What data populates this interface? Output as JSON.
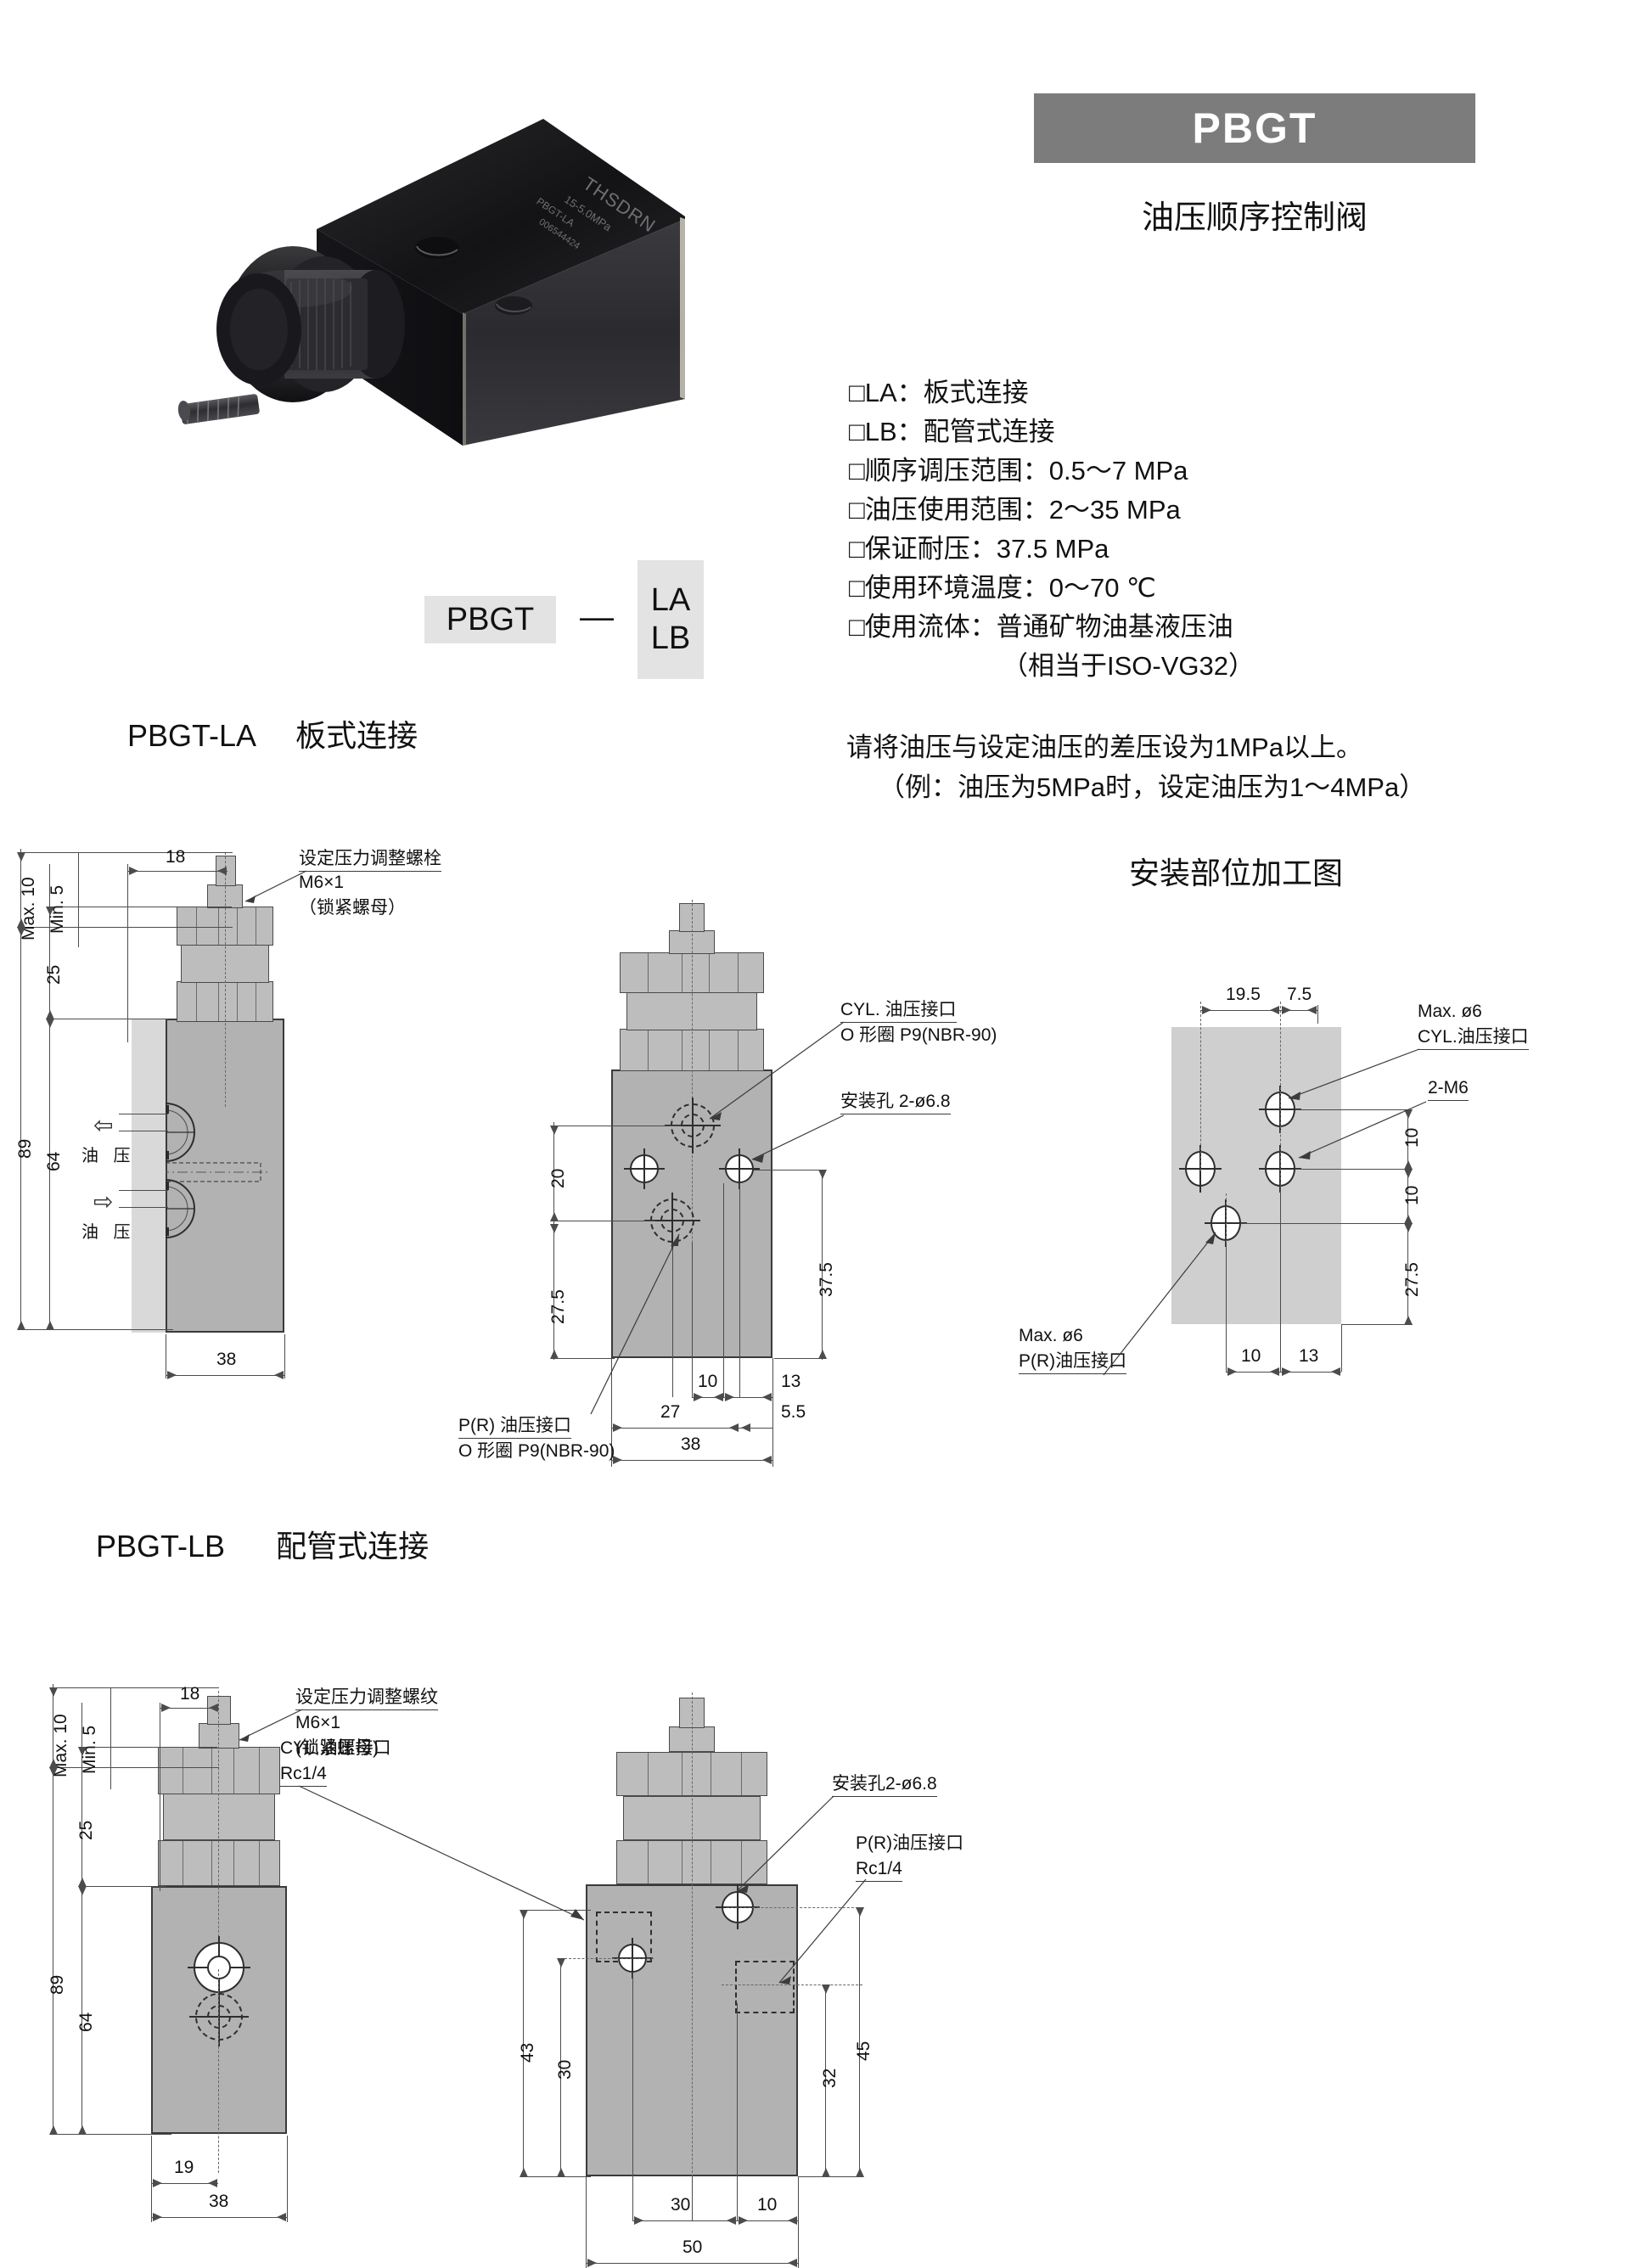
{
  "header": {
    "model": "PBGT",
    "subtitle": "油压顺序控制阀"
  },
  "product_photo": {
    "brand": "THSDRN",
    "pressure_mark": "15-5.0MPa",
    "model_mark": "PBGT-LA",
    "serial_mark": "006544424"
  },
  "specs": [
    {
      "text": "□LA：板式连接",
      "indent": false
    },
    {
      "text": "□LB：配管式连接",
      "indent": false
    },
    {
      "text": "□顺序调压范围：0.5～7 MPa",
      "indent": false
    },
    {
      "text": "□油压使用范围：2～35 MPa",
      "indent": false
    },
    {
      "text": "□保证耐压：37.5 MPa",
      "indent": false
    },
    {
      "text": "□使用环境温度：0～70 ℃",
      "indent": false
    },
    {
      "text": "□使用流体：普通矿物油基液压油",
      "indent": false
    },
    {
      "text": "（相当于ISO-VG32）",
      "indent": true
    }
  ],
  "notes": {
    "line1": "请将油压与设定油压的差压设为1MPa以上。",
    "line2": "（例：油压为5MPa时，设定油压为1～4MPa）"
  },
  "model_code": {
    "base": "PBGT",
    "dash": "—",
    "option_a": "LA",
    "option_b": "LB"
  },
  "sections": {
    "la": {
      "code": "PBGT-LA",
      "label": "板式连接"
    },
    "lb": {
      "code": "PBGT-LB",
      "label": "配管式连接"
    },
    "machining": {
      "title": "安装部位加工图"
    }
  },
  "drawing_la_side": {
    "labels": {
      "max": "Max. 10",
      "min": "Min. 5",
      "d18": "18",
      "d25": "25",
      "d89": "89",
      "d64": "64",
      "d38": "38",
      "oil_top": "油 压",
      "oil_bottom": "油 压"
    },
    "callout": {
      "line1": "设定压力调整螺栓",
      "line2": "M6×1",
      "line3": "（锁紧螺母）"
    }
  },
  "drawing_la_front": {
    "labels": {
      "d20": "20",
      "d27_5": "27.5",
      "d37_5": "37.5",
      "d10": "10",
      "d13": "13",
      "d27": "27",
      "d5_5": "5.5",
      "d38": "38"
    },
    "callouts": {
      "cyl_l1": "CYL. 油压接口",
      "cyl_l2": "O 形圈 P9(NBR-90)",
      "mount": "安装孔 2-ø6.8",
      "pr_l1": "P(R) 油压接口",
      "pr_l2": "O 形圈 P9(NBR-90)"
    }
  },
  "drawing_machining": {
    "labels": {
      "d19_5": "19.5",
      "d7_5": "7.5",
      "d10a": "10",
      "d10b": "10",
      "d27_5": "27.5",
      "d10c": "10",
      "d13": "13"
    },
    "callouts": {
      "cyl_l1": "Max. ø6",
      "cyl_l2": "CYL.油压接口",
      "thread": "2-M6",
      "pr_l1": "Max. ø6",
      "pr_l2": "P(R)油压接口"
    }
  },
  "drawing_lb_side": {
    "labels": {
      "max": "Max. 10",
      "min": "Min. 5",
      "d18": "18",
      "d25": "25",
      "d89": "89",
      "d64": "64",
      "d19": "19",
      "d38": "38"
    },
    "callout": {
      "line1": "设定压力调整螺纹",
      "line2": "M6×1",
      "line3": "(锁紧螺母)"
    }
  },
  "drawing_lb_front": {
    "labels": {
      "d43": "43",
      "d30v": "30",
      "d32": "32",
      "d45": "45",
      "d30h": "30",
      "d10": "10",
      "d50": "50"
    },
    "callouts": {
      "cyl_l1": "CYL.油压接口",
      "cyl_l2": "Rc1/4",
      "mount": "安装孔2-ø6.8",
      "pr_l1": "P(R)油压接口",
      "pr_l2": "Rc1/4"
    }
  }
}
